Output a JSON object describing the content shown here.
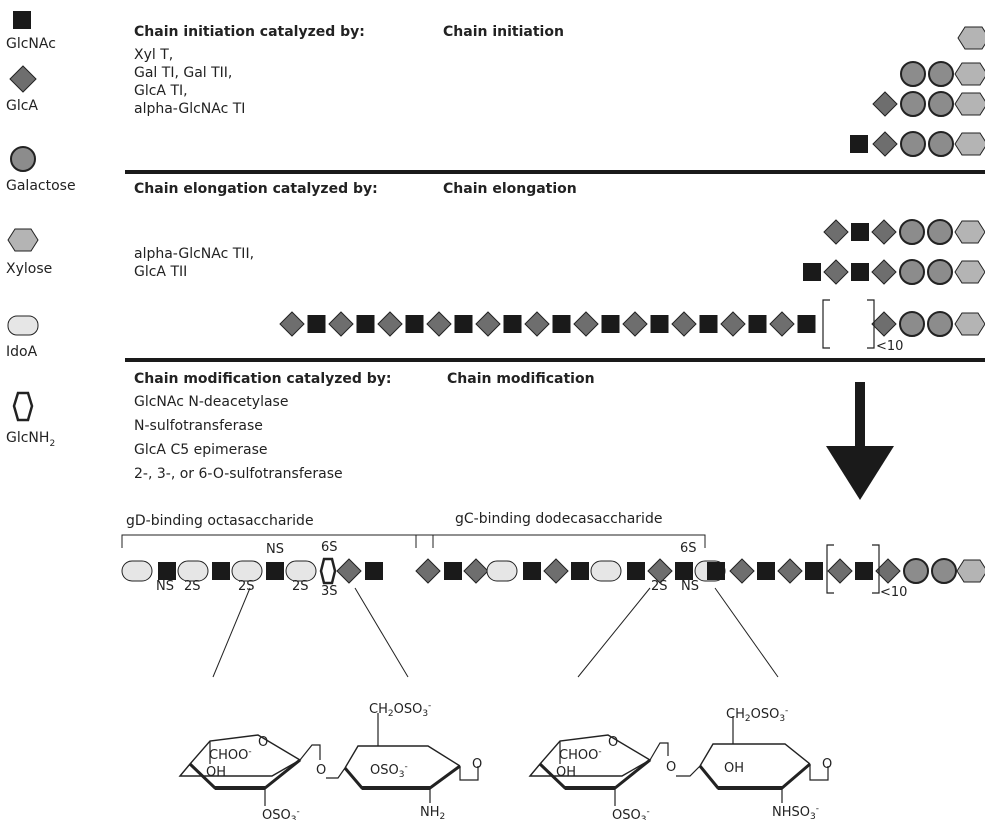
{
  "legend": [
    {
      "icon": "black-square",
      "label": "GlcNAc"
    },
    {
      "icon": "gray-diamond",
      "label": "GlcA"
    },
    {
      "icon": "gray-circle",
      "label": "Galactose"
    },
    {
      "icon": "light-gray-hexagon",
      "label": "Xylose"
    },
    {
      "icon": "light-gray-rounded-rect",
      "label": "IdoA"
    },
    {
      "icon": "white-elongated-hexagon",
      "label": "GlcNH"
    }
  ],
  "legend_glcnh_subscript": "2",
  "sections": {
    "initiation": {
      "catalyzed_heading": "Chain initiation catalyzed by:",
      "enzymes": [
        "Xyl T,",
        "Gal TI, Gal TII,",
        "GlcA TI,",
        "alpha-GlcNAc TI"
      ],
      "title": "Chain initiation"
    },
    "elongation": {
      "catalyzed_heading": "Chain elongation catalyzed by:",
      "enzymes": [
        "alpha-GlcNAc TII,",
        "GlcA TII"
      ],
      "title": "Chain elongation",
      "repeat_label": "<10"
    },
    "modification": {
      "catalyzed_heading": "Chain modification catalyzed by:",
      "enzymes": [
        "GlcNAc N-deacetylase",
        "N-sulfotransferase",
        "GlcA C5 epimerase",
        "2-, 3-, or 6-O-sulfotransferase"
      ],
      "title": "Chain modification"
    }
  },
  "modified_chain": {
    "gd_label": "gD-binding octasaccharide",
    "gc_label": "gC-binding dodecasaccharide",
    "sulfation_labels": {
      "ns1": "NS",
      "s2a": "2S",
      "s2b": "2S",
      "ns_top": "NS",
      "s2c": "2S",
      "s6": "6S",
      "s3": "3S",
      "gc_6s": "6S",
      "gc_2s": "2S",
      "gc_ns": "NS"
    },
    "repeat_label": "<10"
  },
  "structures": {
    "left": {
      "ch2": "CH",
      "ch2_sub": "2",
      "oso3": "OSO",
      "oso3_sub": "3",
      "minus": "-",
      "choo": "CHOO",
      "oh": "OH",
      "o_ring1": "O",
      "o_link": "O",
      "oso3_ring": "OSO",
      "o_right": "O",
      "nh2": "NH",
      "nh2_sub": "2",
      "oso3_bottom": "OSO"
    },
    "right": {
      "ch2": "CH",
      "ch2_sub": "2",
      "oso3": "OSO",
      "oso3_sub": "3",
      "minus": "-",
      "choo": "CHOO",
      "oh": "OH",
      "o_ring1": "O",
      "o_link": "O",
      "oh2": "OH",
      "o_right": "O",
      "nhso3": "NHSO",
      "oso3_bottom": "OSO"
    }
  },
  "colors": {
    "glcnac": "#1a1a1a",
    "glca": "#6e6e6e",
    "galactose": "#8c8c8c",
    "xylose": "#b4b4b4",
    "idoa": "#e6e6e6",
    "rule": "#1a1a1a"
  }
}
